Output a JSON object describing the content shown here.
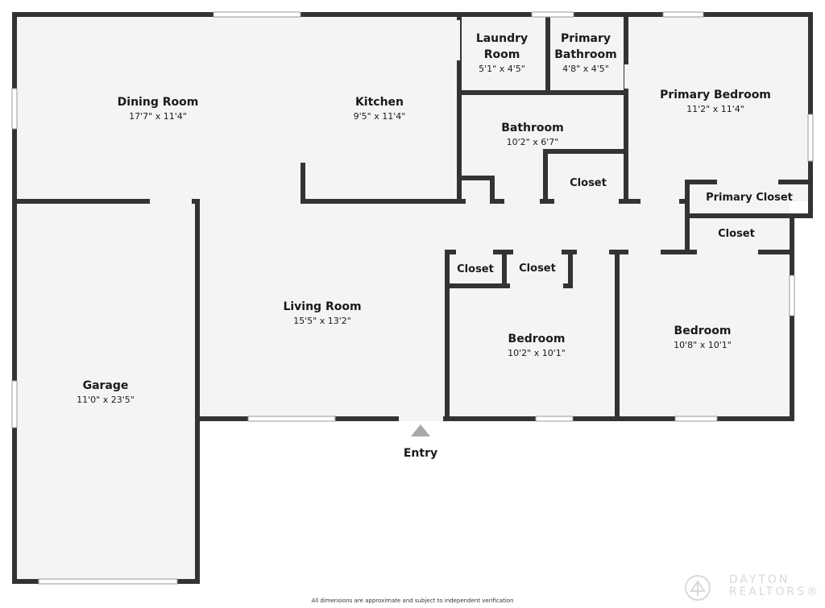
{
  "rooms": {
    "dining": {
      "name": "Dining Room",
      "dim": "17'7\" x 11'4\""
    },
    "kitchen": {
      "name": "Kitchen",
      "dim": "9'5\" x 11'4\""
    },
    "laundry": {
      "name_line1": "Laundry",
      "name_line2": "Room",
      "dim": "5'1\" x 4'5\""
    },
    "primary_bath": {
      "name_line1": "Primary",
      "name_line2": "Bathroom",
      "dim": "4'8\" x 4'5\""
    },
    "primary_bedroom": {
      "name": "Primary Bedroom",
      "dim": "11'2\" x 11'4\""
    },
    "bathroom": {
      "name": "Bathroom",
      "dim": "10'2\" x 6'7\""
    },
    "closet_hall": {
      "name": "Closet"
    },
    "primary_closet": {
      "name": "Primary Closet"
    },
    "closet_right": {
      "name": "Closet"
    },
    "closet_a": {
      "name": "Closet"
    },
    "closet_b": {
      "name": "Closet"
    },
    "living": {
      "name": "Living Room",
      "dim": "15'5\" x 13'2\""
    },
    "garage": {
      "name": "Garage",
      "dim": "11'0\" x 23'5\""
    },
    "bedroom1": {
      "name": "Bedroom",
      "dim": "10'2\" x 10'1\""
    },
    "bedroom2": {
      "name": "Bedroom",
      "dim": "10'8\" x 10'1\""
    }
  },
  "entry": {
    "label": "Entry"
  },
  "footer": {
    "disclaimer": "All dimensions are approximate and subject to independent verification"
  },
  "logo": {
    "line1": "DAYTON",
    "line2": "REALTORS®"
  },
  "colors": {
    "floor": "#f4f4f4",
    "wall": "#333333",
    "window": "#ffffff",
    "entry_marker": "#a8a8a8",
    "logo": "#d9d9d9"
  }
}
